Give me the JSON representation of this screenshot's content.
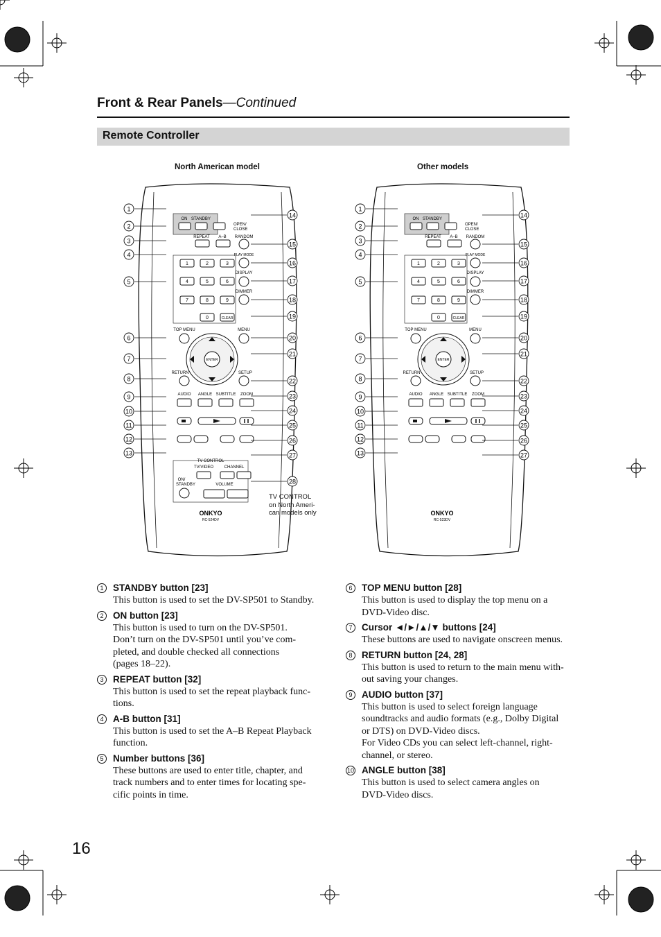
{
  "header": {
    "title": "Front & Rear Panels",
    "subtitle": "—Continued"
  },
  "section": {
    "title": "Remote Controller"
  },
  "models": {
    "left": {
      "label": "North American model",
      "model_code": "RC-524DV",
      "brand": "ONKYO"
    },
    "right": {
      "label": "Other models",
      "model_code": "RC-523DV",
      "brand": "ONKYO"
    }
  },
  "remote_labels": {
    "on": "ON",
    "standby": "STANDBY",
    "open": "OPEN/",
    "close": "CLOSE",
    "repeat": "REPEAT",
    "ab": "A–B",
    "random": "RANDOM",
    "play_mode": "PLAY MODE",
    "display": "DISPLAY",
    "dimmer": "DIMMER",
    "clear": "CLEAR",
    "top_menu": "TOP MENU",
    "menu": "MENU",
    "enter": "ENTER",
    "return": "RETURN",
    "setup": "SETUP",
    "audio": "AUDIO",
    "angle": "ANGLE",
    "subtitle": "SUBTITLE",
    "zoom": "ZOOM",
    "tv_control": "TV CONTROL",
    "tv_video": "TV/VIDEO",
    "channel": "CHANNEL",
    "on_standby_1": "ON/",
    "on_standby_2": "STANDBY",
    "volume": "VOLUME",
    "digits": [
      "1",
      "2",
      "3",
      "4",
      "5",
      "6",
      "7",
      "8",
      "9",
      "0"
    ]
  },
  "callouts": {
    "left": [
      "1",
      "2",
      "3",
      "4",
      "5",
      "6",
      "7",
      "8",
      "9",
      "10",
      "11",
      "12",
      "13"
    ],
    "right": [
      "14",
      "15",
      "16",
      "17",
      "18",
      "19",
      "20",
      "21",
      "22",
      "23",
      "24",
      "25",
      "26",
      "27"
    ],
    "tv": "28"
  },
  "tv_note": [
    "TV CONTROL",
    "on North Ameri-",
    "can models only"
  ],
  "entries_left": [
    {
      "num": "1",
      "title": "STANDBY button [23]",
      "body": [
        "This button is used to set the DV-SP501 to Standby."
      ]
    },
    {
      "num": "2",
      "title": "ON button [23]",
      "body": [
        "This button is used to turn on the DV-SP501.",
        "Don’t turn on the DV-SP501 until you’ve com-",
        "pleted, and double checked all connections",
        "(pages 18–22)."
      ]
    },
    {
      "num": "3",
      "title": "REPEAT button [32]",
      "body": [
        "This button is used to set the repeat playback func-",
        "tions."
      ]
    },
    {
      "num": "4",
      "title": "A-B button [31]",
      "body": [
        "This button is used to set the A–B Repeat Playback",
        "function."
      ]
    },
    {
      "num": "5",
      "title": "Number buttons [36]",
      "body": [
        "These buttons are used to enter title, chapter, and",
        "track numbers and to enter times for locating spe-",
        "cific points in time."
      ]
    }
  ],
  "entries_right": [
    {
      "num": "6",
      "title": "TOP MENU button [28]",
      "body": [
        "This button is used to display the top menu on a",
        "DVD-Video disc."
      ]
    },
    {
      "num": "7",
      "title": "Cursor ◄/►/▲/▼ buttons [24]",
      "body": [
        "These buttons are used to navigate onscreen menus."
      ]
    },
    {
      "num": "8",
      "title": "RETURN button [24, 28]",
      "body": [
        "This button is used to return to the main menu with-",
        "out saving your changes."
      ]
    },
    {
      "num": "9",
      "title": "AUDIO button [37]",
      "body": [
        "This button is used to select foreign language",
        "soundtracks and audio formats (e.g., Dolby Digital",
        "or DTS) on DVD-Video discs.",
        "For Video CDs you can select left-channel, right-",
        "channel, or stereo."
      ]
    },
    {
      "num": "10",
      "title": "ANGLE button [38]",
      "body": [
        "This button is used to select camera angles on",
        "DVD-Video discs."
      ]
    }
  ],
  "page_number": "16"
}
